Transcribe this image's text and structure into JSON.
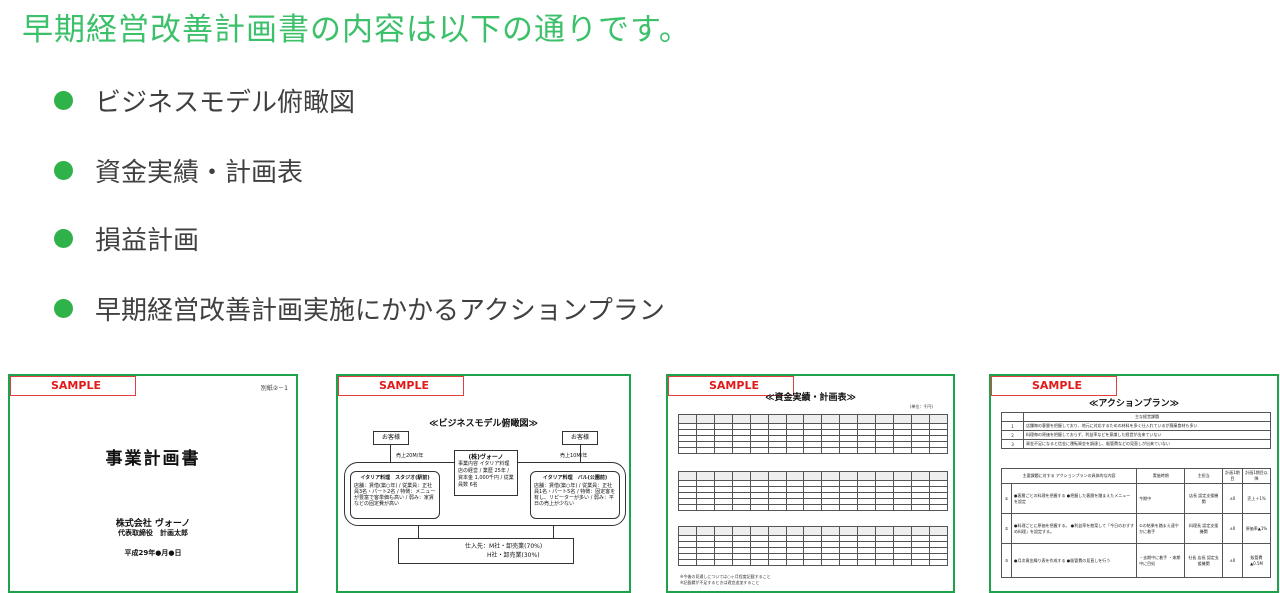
{
  "heading": "早期経営改善計画書の内容は以下の通りです。",
  "bullets": [
    "ビジネスモデル俯瞰図",
    "資金実績・計画表",
    "損益計画",
    "早期経営改善計画実施にかかるアクションプラン"
  ],
  "sample_label": "SAMPLE",
  "thumb1": {
    "ref": "別紙②－1",
    "title": "事業計画書",
    "company": "株式会社 ヴォーノ",
    "representative": "代表取締役　計画太郎",
    "date": "平成29年●月●日"
  },
  "thumb2": {
    "title": "≪ビジネスモデル俯瞰図≫",
    "customer": "お客様",
    "sales_left": "売上20M/年",
    "sales_right": "売上10M/年",
    "company_name": "(株)ヴォーノ",
    "company_detail": "事業内容 イタリア料理店の経営 / 業歴 25年 / 資本金 1,000千円 / 従業員数 6名",
    "shop1_name": "イタリア料理　スタジオ(駅前)",
    "shop1_detail": "店舗：賃借(築○年) / 従業員：正社員3名・パート2名 / 特徴：メニューが豊富で客単価も高い / 弱み：家賃などの固定費が高い",
    "shop2_name": "イタリア料理　バル(公園前)",
    "shop2_detail": "店舗：賃借(築○年) / 従業員：正社員1名・パート5名 / 特徴：固定客を有し、リピーターが多い / 弱み：平日の売上が少ない",
    "supply_1": "仕入先：M社・卸売業(70%)",
    "supply_2": "H社・卸売業(30%)"
  },
  "thumb3": {
    "title": "≪資金実績・計画表≫",
    "unit": "(単位：千円)",
    "footnote_1": "※今後の見通しについては○ヶ月程度記載すること",
    "footnote_2": "※記載欄が不足するときは適宜追加すること"
  },
  "thumb4": {
    "title": "≪アクションプラン≫",
    "issues_header": "主な経営課題",
    "issues": [
      "店舗毎の客層を把握しており、地元に対応するための材料を多く仕入れているが廃棄食材も多い",
      "料理毎の原価を把握しておらず、利益率などを意識した経営が出来ていない",
      "資金不足になると信金に運転資金を調達し、販管費などの見直しが出来ていない"
    ],
    "plan_headers": [
      "主要課題に対する\nアクションプランの具体的な内容",
      "実施時期",
      "主担当",
      "計画1期目",
      "計画1期目以降"
    ],
    "plans": [
      {
        "no": "①",
        "content": "●客層ごとの料理を把握する\n●把握した客層を踏まえたメニューを設定",
        "timing": "今期中",
        "owner": "店長\n認定支援機関",
        "p1": "±0",
        "p2": "売上＋1%"
      },
      {
        "no": "②",
        "content": "●料理ごとに原価を把握する。\n●利益率を勘案して「今日のおすすめ料理」を設定する。",
        "timing": "①の結果を踏まえ速やかに着手",
        "owner": "料理長\n認定支援機関",
        "p1": "±0",
        "p2": "原価率▲1%"
      },
      {
        "no": "③",
        "content": "●月次資金繰り表を作成する\n●販管費の見直しを行う",
        "timing": "・去期中に着手\n・来期中に目処",
        "owner": "社長\n店長\n認定支援機関",
        "p1": "±0",
        "p2": "販管費▲0.5M"
      }
    ]
  },
  "colors": {
    "heading": "#3cc06a",
    "bullet": "#2fb24a",
    "thumb_border": "#1ea24a",
    "sample": "#e21a1a"
  }
}
